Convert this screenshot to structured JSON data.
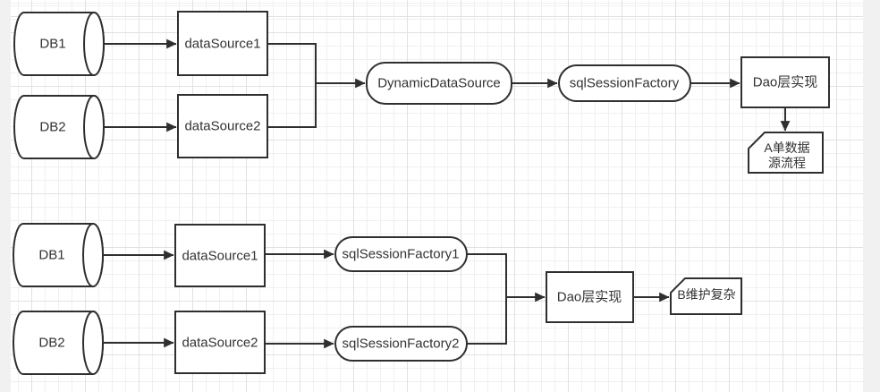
{
  "canvas": {
    "background": "#ffffff",
    "grid_minor_color": "#f0f0f0",
    "grid_major_color": "#e1e1e1",
    "margin_color": "#f1f1f1",
    "shape_stroke_color": "#2f2f2f",
    "shape_fill_color": "#ffffff",
    "text_color": "#333333"
  },
  "top_flow": {
    "db1": "DB1",
    "db2": "DB2",
    "datasource1": "dataSource1",
    "datasource2": "dataSource2",
    "dynamic_datasource": "DynamicDataSource",
    "sql_session_factory": "sqlSessionFactory",
    "dao": "Dao层实现",
    "note_line1": "A单数据",
    "note_line2": "源流程"
  },
  "bottom_flow": {
    "db1": "DB1",
    "db2": "DB2",
    "datasource1": "dataSource1",
    "datasource2": "dataSource2",
    "sql_session_factory1": "sqlSessionFactory1",
    "sql_session_factory2": "sqlSessionFactory2",
    "dao": "Dao层实现",
    "note": "B维护复杂"
  }
}
